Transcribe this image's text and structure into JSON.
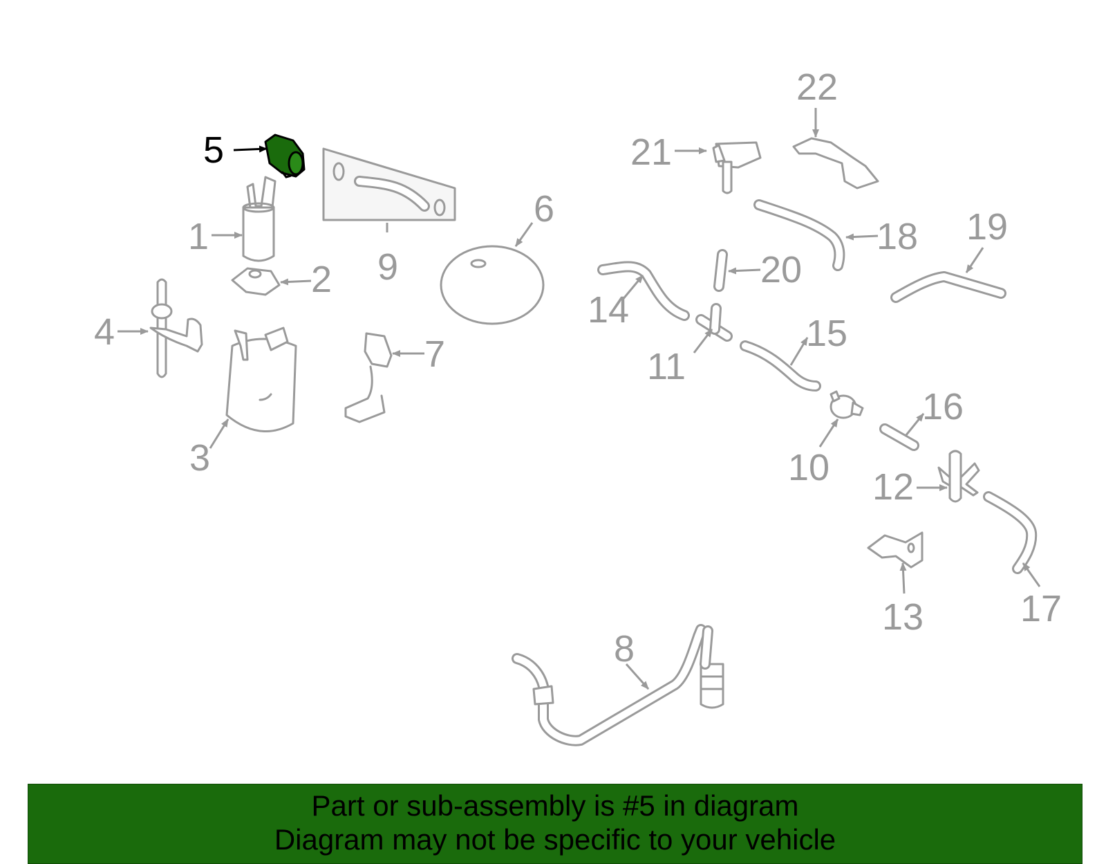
{
  "diagram": {
    "highlighted_part": "5",
    "highlight_color": "#1a6b0c",
    "part_color": "#9a9a9a",
    "callouts": [
      "1",
      "2",
      "3",
      "4",
      "5",
      "6",
      "7",
      "8",
      "9",
      "10",
      "11",
      "12",
      "13",
      "14",
      "15",
      "16",
      "17",
      "18",
      "19",
      "20",
      "21",
      "22"
    ]
  },
  "banner": {
    "line1": "Part or sub-assembly is #5 in diagram",
    "line2": "Diagram may not be specific to your vehicle",
    "background": "#1a6b0c"
  }
}
